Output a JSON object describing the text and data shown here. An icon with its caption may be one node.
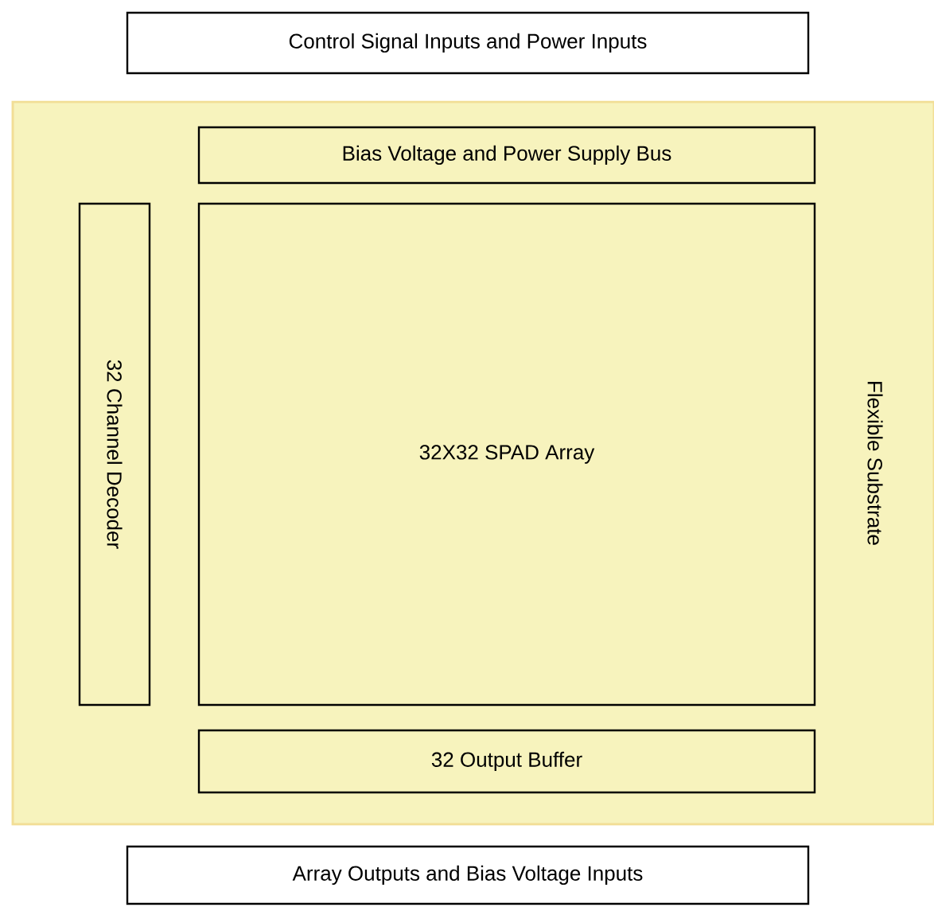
{
  "diagram": {
    "nodes": [
      {
        "text": [
          "Control Signal Inputs and Power Inputs"
        ]
      },
      {
        "text": [
          "Flexible Substrate"
        ]
      },
      {
        "text": [
          "Bias Voltage and Power Supply Bus"
        ],
        "in": 1
      },
      {
        "text": [
          "32 Channel Decoder"
        ],
        "in": 1
      },
      {
        "text": [
          "32X32 SPAD Array"
        ],
        "in": 1
      },
      {
        "text": [
          "32 Output Buffer"
        ],
        "in": 1
      },
      {
        "text": [
          "Array Outputs and Bias Voltage Inputs"
        ]
      }
    ]
  }
}
